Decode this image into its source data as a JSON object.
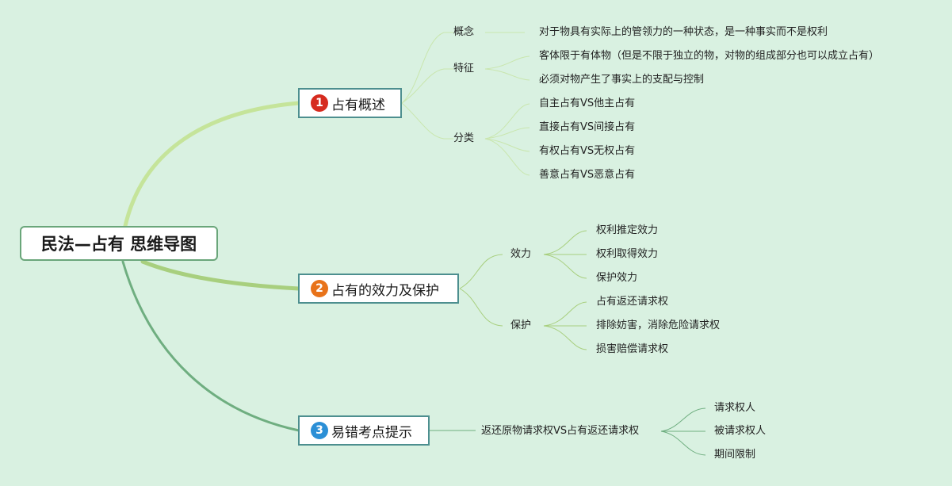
{
  "root": {
    "title": "民法—占有 思维导图"
  },
  "branches": [
    {
      "num": "1",
      "label": "占有概述",
      "badge_color": "#d62b1f",
      "children": [
        {
          "label": "概念",
          "items": [
            "对于物具有实际上的管领力的一种状态，是一种事实而不是权利"
          ]
        },
        {
          "label": "特征",
          "items": [
            "客体限于有体物（但是不限于独立的物，对物的组成部分也可以成立占有）",
            "必须对物产生了事实上的支配与控制"
          ]
        },
        {
          "label": "分类",
          "items": [
            "自主占有VS他主占有",
            "直接占有VS间接占有",
            "有权占有VS无权占有",
            "善意占有VS恶意占有"
          ]
        }
      ]
    },
    {
      "num": "2",
      "label": "占有的效力及保护",
      "badge_color": "#e8731a",
      "children": [
        {
          "label": "效力",
          "items": [
            "权利推定效力",
            "权利取得效力",
            "保护效力"
          ]
        },
        {
          "label": "保护",
          "items": [
            "占有返还请求权",
            "排除妨害，消除危险请求权",
            "损害赔偿请求权"
          ]
        }
      ]
    },
    {
      "num": "3",
      "label": "易错考点提示",
      "badge_color": "#2b8fd6",
      "children": [
        {
          "label": "返还原物请求权VS占有返还请求权",
          "items": [
            "请求权人",
            "被请求权人",
            "期间限制"
          ]
        }
      ]
    }
  ]
}
